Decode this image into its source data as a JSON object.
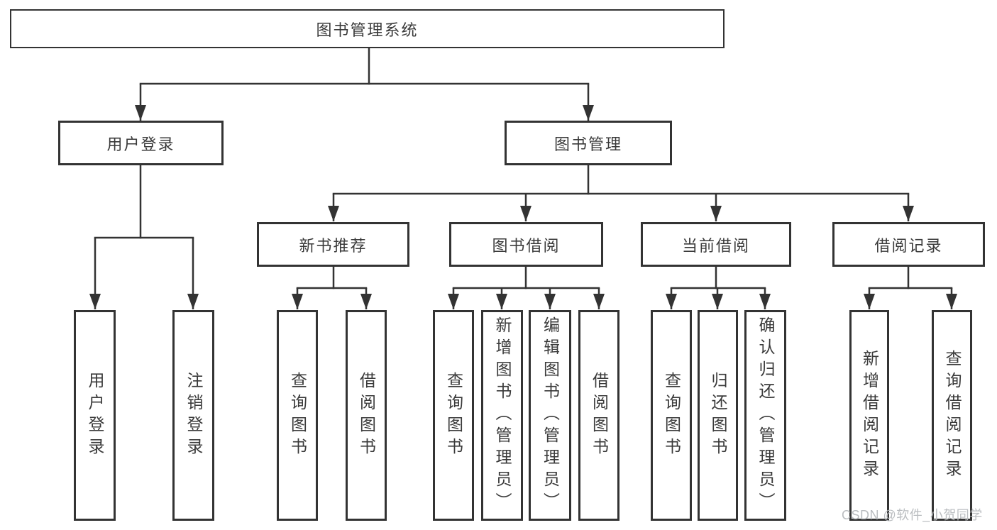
{
  "root": {
    "label": "图书管理系统"
  },
  "branches": [
    {
      "label": "用户登录",
      "children": [
        {
          "label": "用户登录"
        },
        {
          "label": "注销登录"
        }
      ]
    },
    {
      "label": "图书管理",
      "children": [
        {
          "label": "新书推荐",
          "children": [
            {
              "label": "查询图书"
            },
            {
              "label": "借阅图书"
            }
          ]
        },
        {
          "label": "图书借阅",
          "children": [
            {
              "label": "查询图书"
            },
            {
              "label": "新增图书（管理员）"
            },
            {
              "label": "编辑图书（管理员）"
            },
            {
              "label": "借阅图书"
            }
          ]
        },
        {
          "label": "当前借阅",
          "children": [
            {
              "label": "查询图书"
            },
            {
              "label": "归还图书"
            },
            {
              "label": "确认归还（管理员）"
            }
          ]
        },
        {
          "label": "借阅记录",
          "children": [
            {
              "label": "新增借阅记录"
            },
            {
              "label": "查询借阅记录"
            }
          ]
        }
      ]
    }
  ],
  "watermark": "CSDN @软件_小贺同学",
  "colors": {
    "line": "#333333",
    "text": "#3a3a3a",
    "background": "#ffffff",
    "watermark": "#b7babd"
  }
}
